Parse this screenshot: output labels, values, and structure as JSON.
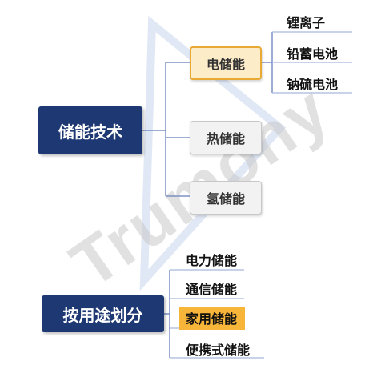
{
  "watermark": {
    "text": "Trumony"
  },
  "colors": {
    "root_fill": "#1d3872",
    "category_fill": "#f2f2f2",
    "selected_border": "#e9a935",
    "highlight_fill": "#f7b53a",
    "connector": "#7b91c3",
    "underline": "#a8b8dc"
  },
  "tree_top": {
    "root": "储能技术",
    "categories": [
      {
        "label": "电储能",
        "selected": true,
        "children": [
          "锂离子",
          "铅蓄电池",
          "钠硫电池"
        ]
      },
      {
        "label": "热储能",
        "selected": false,
        "children": []
      },
      {
        "label": "氢储能",
        "selected": false,
        "children": []
      }
    ]
  },
  "tree_bottom": {
    "root": "按用途划分",
    "children": [
      "电力储能",
      "通信储能",
      "家用储能",
      "便携式储能"
    ],
    "highlighted_child": "家用储能"
  }
}
